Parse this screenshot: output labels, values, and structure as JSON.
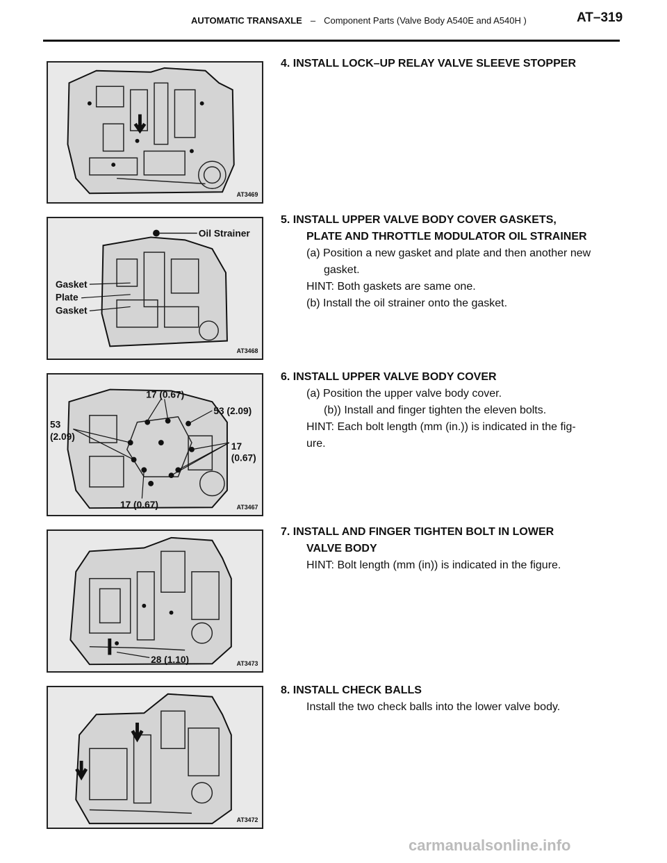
{
  "header": {
    "section": "AUTOMATIC TRANSAXLE",
    "separator": "–",
    "subtitle": "Component Parts (Valve Body  A540E and A540H )",
    "page": "AT–319"
  },
  "figures": [
    {
      "code": "AT3469"
    },
    {
      "code": "AT3468",
      "labels": [
        "Oil Strainer",
        "Gasket",
        "Plate",
        "Gasket"
      ]
    },
    {
      "code": "AT3467",
      "labels": [
        "17 (0.67)",
        "53 (2.09)",
        "53",
        "(2.09)",
        "17",
        "(0.67)",
        "17 (0.67)"
      ]
    },
    {
      "code": "AT3473",
      "labels": [
        "28 (1.10)"
      ]
    },
    {
      "code": "AT3472"
    }
  ],
  "steps": [
    {
      "heading": "4. INSTALL LOCK–UP RELAY VALVE SLEEVE STOPPER"
    },
    {
      "heading": "5. INSTALL UPPER VALVE BODY COVER GASKETS,",
      "heading2": "PLATE AND THROTTLE MODULATOR OIL STRAINER",
      "lines": [
        "(a) Position a new gasket and plate and then another new",
        "gasket.",
        "HINT: Both gaskets are same one.",
        "(b) Install the oil strainer onto the gasket."
      ]
    },
    {
      "heading": "6. INSTALL UPPER VALVE BODY COVER",
      "lines": [
        "(a) Position the upper valve body cover.",
        "(b)) Install and finger tighten the eleven bolts.",
        "HINT: Each bolt length (mm (in.)) is indicated in the fig-",
        "ure."
      ]
    },
    {
      "heading": "7. INSTALL AND FINGER TIGHTEN BOLT IN LOWER",
      "heading2": "VALVE BODY",
      "lines": [
        "HINT: Bolt length (mm (in)) is indicated in the figure."
      ]
    },
    {
      "heading": "8. INSTALL CHECK BALLS",
      "lines": [
        "Install the two check balls into the lower valve body."
      ]
    }
  ],
  "watermark": "carmanualsonline.info"
}
